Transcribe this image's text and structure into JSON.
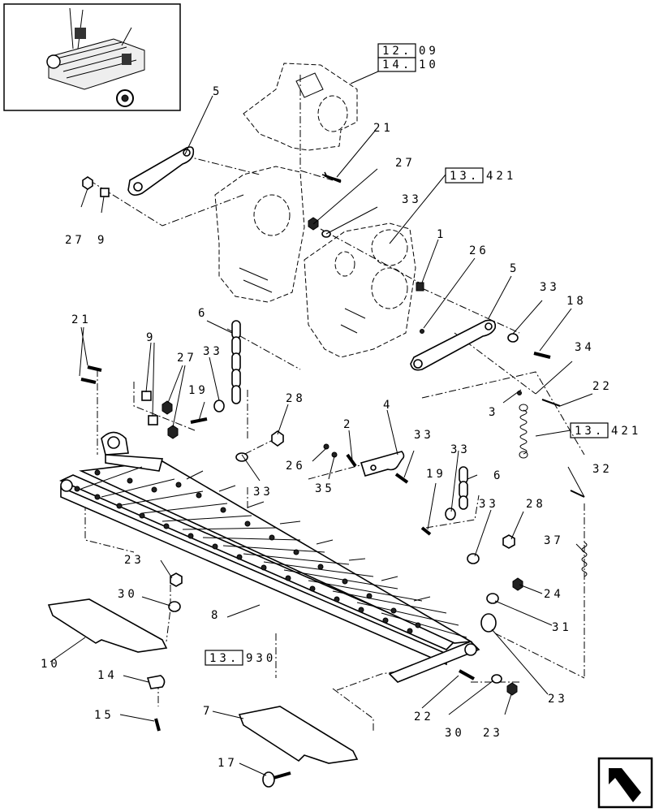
{
  "labels": {
    "l5a": "5",
    "l21a": "21",
    "l27a": "27",
    "l33a": "33",
    "l27b": "27",
    "l9a": "9",
    "l1": "1",
    "l26a": "26",
    "l5b": "5",
    "l33b": "33",
    "l18": "18",
    "l21b": "21",
    "l6a": "6",
    "l9b": "9",
    "l27c": "27",
    "l33c": "33",
    "l19a": "19",
    "l34": "34",
    "l22a": "22",
    "l3": "3",
    "l28a": "28",
    "l4": "4",
    "l2": "2",
    "l33d": "33",
    "l26b": "26",
    "l35": "35",
    "l33e": "33",
    "l33f": "33",
    "l6b": "6",
    "l19b": "19",
    "l32": "32",
    "l33g": "33",
    "l28b": "28",
    "l37": "37",
    "l23a": "23",
    "l30a": "30",
    "l24": "24",
    "l31": "31",
    "l8": "8",
    "l10": "10",
    "l23b": "23",
    "l14": "14",
    "l15": "15",
    "l7": "7",
    "l22b": "22",
    "l30b": "30",
    "l23c": "23",
    "l17": "17"
  },
  "refs": {
    "r1_box": "12.",
    "r1_tail": "09",
    "r2_box": "14.",
    "r2_tail": "10",
    "r3_box": "13.",
    "r3_tail": "421",
    "r4_box": "13.",
    "r4_tail": "421",
    "r5_box": "13.",
    "r5_tail": "930"
  },
  "icons": {
    "thumbnail": "baler-thumbnail-icon",
    "nav": "previous-page-arrow-icon"
  }
}
